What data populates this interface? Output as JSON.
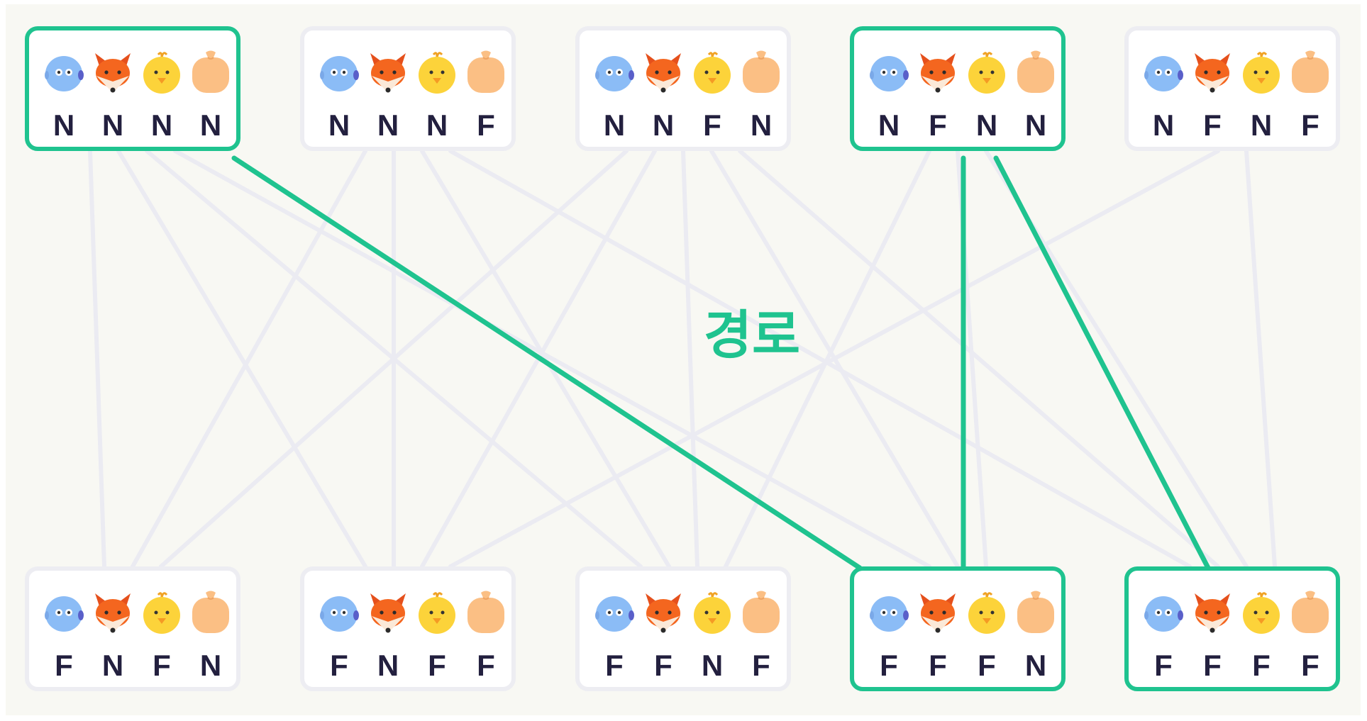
{
  "colors": {
    "background": "#f8f8f3",
    "card_border": "#ededf2",
    "highlight": "#1fc38f",
    "faint_edge": "#ebebf2",
    "label_text": "#23203f"
  },
  "characters": [
    {
      "name": "blue-round-creature",
      "icon": "blue-creature-icon"
    },
    {
      "name": "fox",
      "icon": "fox-icon"
    },
    {
      "name": "chick",
      "icon": "chick-icon"
    },
    {
      "name": "sack",
      "icon": "sack-icon"
    }
  ],
  "states": [
    {
      "id": "s0",
      "labels": [
        "N",
        "N",
        "N",
        "N"
      ],
      "highlighted": true
    },
    {
      "id": "s1",
      "labels": [
        "N",
        "N",
        "N",
        "F"
      ],
      "highlighted": false
    },
    {
      "id": "s2",
      "labels": [
        "N",
        "N",
        "F",
        "N"
      ],
      "highlighted": false
    },
    {
      "id": "s3",
      "labels": [
        "N",
        "F",
        "N",
        "N"
      ],
      "highlighted": true
    },
    {
      "id": "s4",
      "labels": [
        "N",
        "F",
        "N",
        "F"
      ],
      "highlighted": false
    },
    {
      "id": "s5",
      "labels": [
        "F",
        "N",
        "F",
        "N"
      ],
      "highlighted": false
    },
    {
      "id": "s6",
      "labels": [
        "F",
        "N",
        "F",
        "F"
      ],
      "highlighted": false
    },
    {
      "id": "s7",
      "labels": [
        "F",
        "F",
        "N",
        "F"
      ],
      "highlighted": false
    },
    {
      "id": "s8",
      "labels": [
        "F",
        "F",
        "F",
        "N"
      ],
      "highlighted": true
    },
    {
      "id": "s9",
      "labels": [
        "F",
        "F",
        "F",
        "F"
      ],
      "highlighted": true
    }
  ],
  "edges": [
    [
      "s0",
      "s5"
    ],
    [
      "s0",
      "s6"
    ],
    [
      "s0",
      "s7"
    ],
    [
      "s0",
      "s8"
    ],
    [
      "s1",
      "s5"
    ],
    [
      "s1",
      "s6"
    ],
    [
      "s1",
      "s7"
    ],
    [
      "s1",
      "s9"
    ],
    [
      "s2",
      "s5"
    ],
    [
      "s2",
      "s6"
    ],
    [
      "s2",
      "s7"
    ],
    [
      "s2",
      "s8"
    ],
    [
      "s2",
      "s9"
    ],
    [
      "s3",
      "s7"
    ],
    [
      "s3",
      "s8"
    ],
    [
      "s3",
      "s9"
    ],
    [
      "s4",
      "s6"
    ],
    [
      "s4",
      "s9"
    ]
  ],
  "highlighted_path": [
    [
      "s0",
      "s8"
    ],
    [
      "s3",
      "s8"
    ],
    [
      "s3",
      "s9"
    ]
  ],
  "path_label": "경로"
}
